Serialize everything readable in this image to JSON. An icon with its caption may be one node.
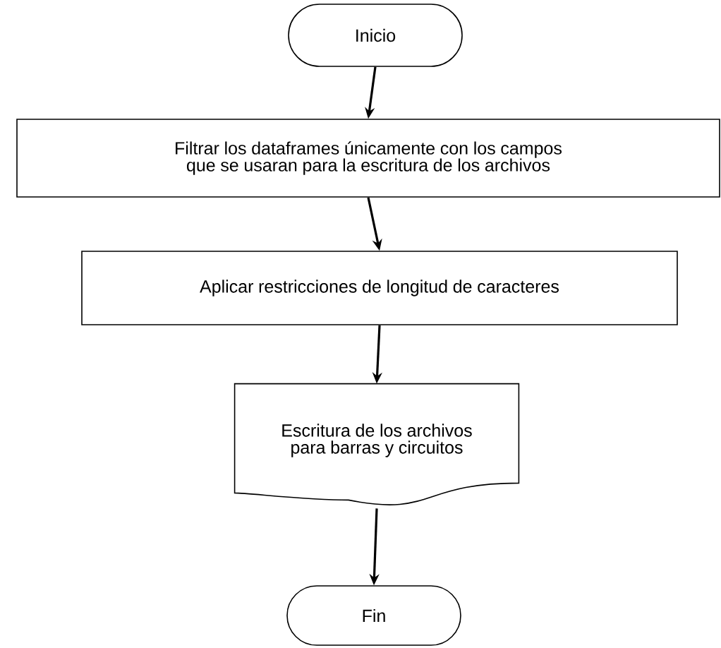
{
  "diagram": {
    "nodes": [
      {
        "text": [
          "Inicio"
        ]
      },
      {
        "text": [
          "Filtrar los dataframes únicamente con los campos que se usaran para la escritura de los archivos"
        ]
      },
      {
        "text": [
          "Aplicar restricciones de longitud de caracteres"
        ]
      },
      {
        "text": [
          "Escritura de los archivos para barras y circuitos"
        ]
      },
      {
        "text": [
          "Fin"
        ]
      }
    ],
    "edges": [
      {
        "from": 0,
        "to": 1,
        "arrow": "to"
      },
      {
        "from": 1,
        "to": 2,
        "arrow": "to"
      },
      {
        "from": 2,
        "to": 3,
        "arrow": "to"
      },
      {
        "from": 3,
        "to": 4,
        "arrow": "to"
      }
    ]
  }
}
